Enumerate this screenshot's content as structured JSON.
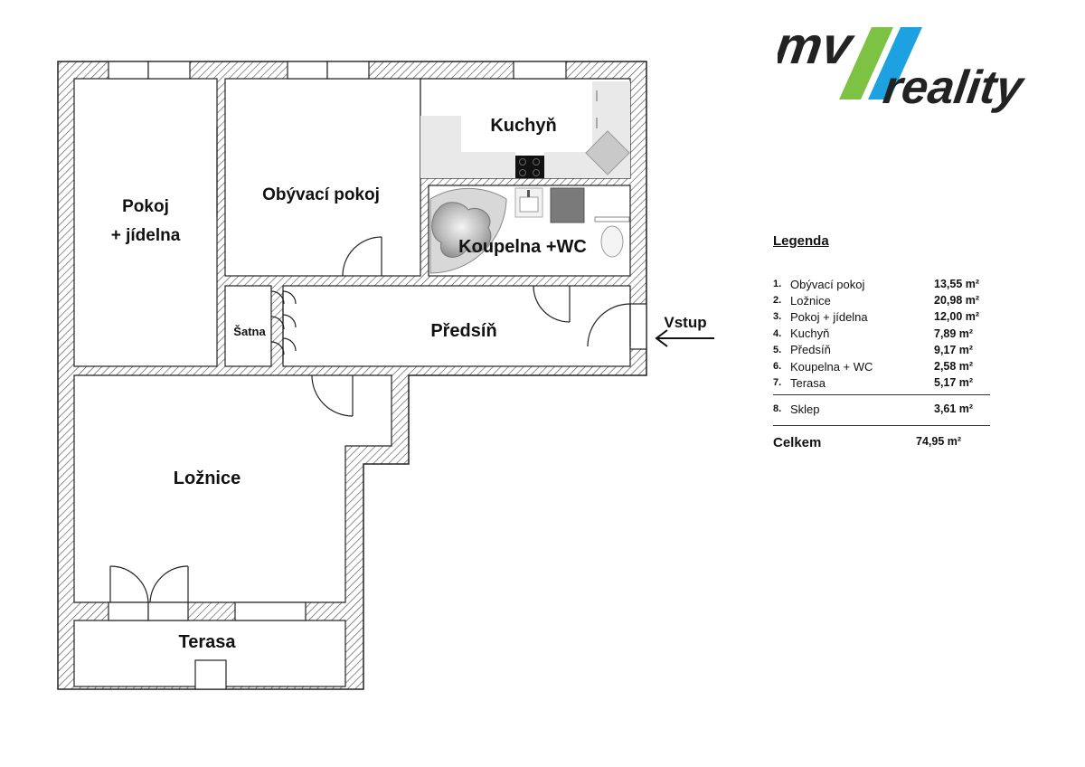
{
  "rooms": {
    "pokoj_line1": "Pokoj",
    "pokoj_line2": "+ jídelna",
    "obyvaci": "Obývací pokoj",
    "kuchyn": "Kuchyň",
    "koupelna": "Koupelna +WC",
    "satna": "Šatna",
    "predsin": "Předsíň",
    "loznice": "Ložnice",
    "terasa": "Terasa"
  },
  "entrance_label": "Vstup",
  "logo": {
    "text_top": "mv",
    "text_bottom": "reality",
    "stripe_green": "#7dc243",
    "stripe_blue": "#1da1e0"
  },
  "legend": {
    "title": "Legenda",
    "items": [
      {
        "num": "1.",
        "name": "Obývací pokoj",
        "area": "13,55 m²"
      },
      {
        "num": "2.",
        "name": "Ložnice",
        "area": "20,98 m²"
      },
      {
        "num": "3.",
        "name": "Pokoj + jídelna",
        "area": "12,00 m²"
      },
      {
        "num": "4.",
        "name": "Kuchyň",
        "area": "7,89 m²"
      },
      {
        "num": "5.",
        "name": "Předsíň",
        "area": "9,17 m²"
      },
      {
        "num": "6.",
        "name": "Koupelna + WC",
        "area": "2,58 m²"
      },
      {
        "num": "7.",
        "name": "Terasa",
        "area": "5,17 m²"
      }
    ],
    "extra": {
      "num": "8.",
      "name": "Sklep",
      "area": "3,61 m²"
    },
    "total_label": "Celkem",
    "total_value": "74,95 m²"
  }
}
